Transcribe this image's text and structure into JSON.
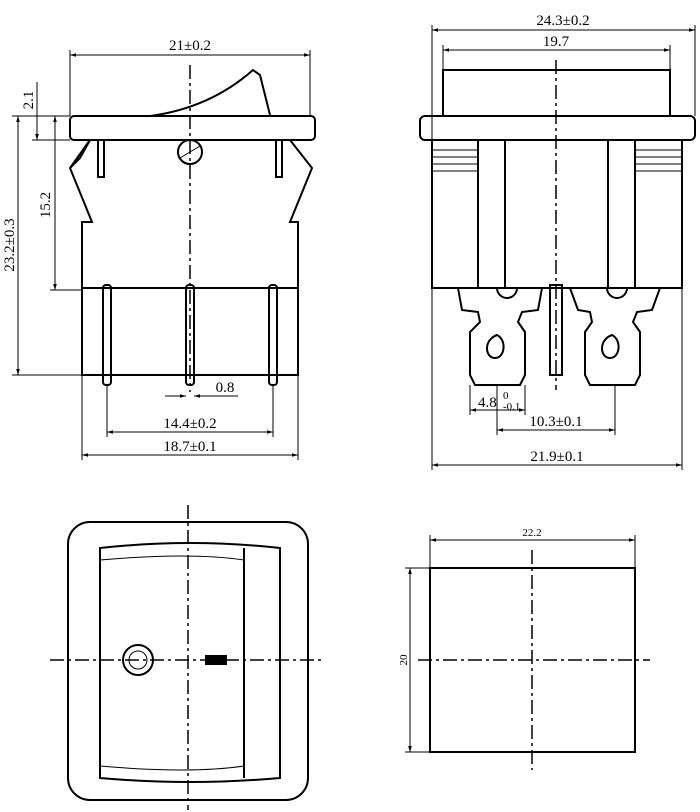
{
  "side_view": {
    "width_label": "21±0.2",
    "rocker_height_label": "2.1",
    "snap_height_label": "15.2",
    "total_height_label": "23.2±0.3",
    "pin_width_label": "0.8",
    "pin_span_label": "14.4±0.2",
    "body_width_label": "18.7±0.1"
  },
  "front_view": {
    "flange_width_label": "24.3±0.2",
    "rocker_width_label": "19.7",
    "terminal_width_label": "4.8",
    "terminal_tol_upper": "0",
    "terminal_tol_lower": "-0.1",
    "terminal_pitch_label": "10.3±0.1",
    "body_width_label": "21.9±0.1"
  },
  "cutout_view": {
    "width_label": "22.2",
    "height_label": "20"
  }
}
